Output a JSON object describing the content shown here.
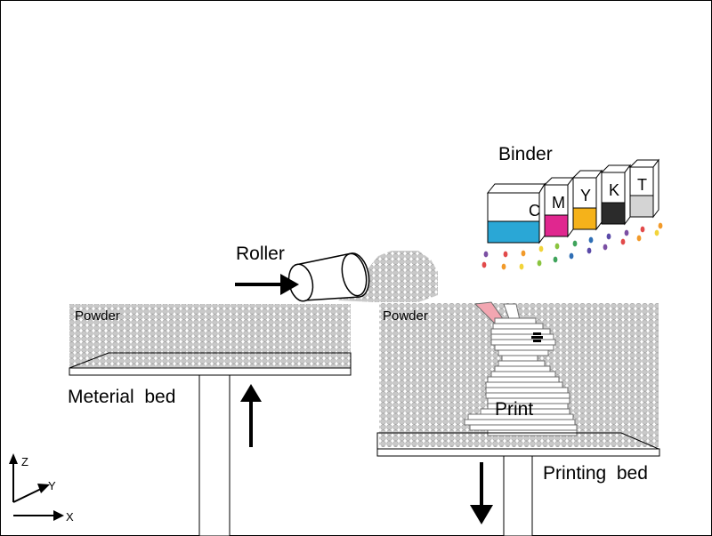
{
  "labels": {
    "binder": "Binder",
    "roller": "Roller",
    "powder_left": "Powder",
    "powder_right": "Powder",
    "material_bed": "Meterial  bed",
    "print": "Print",
    "printing_bed": "Printing  bed"
  },
  "cartridges": [
    {
      "letter": "C",
      "color": "#2aa7d6"
    },
    {
      "letter": "M",
      "color": "#e0278f"
    },
    {
      "letter": "Y",
      "color": "#f5b21a"
    },
    {
      "letter": "K",
      "color": "#2b2b2b"
    },
    {
      "letter": "T",
      "color": "#d4d4d4"
    }
  ],
  "axes": {
    "z": "Z",
    "y": "Y",
    "x": "X"
  },
  "colors": {
    "powder": "#c9c9c9",
    "powder_stroke": "#8f8f8f",
    "bunny_ear": "#f2a6b1",
    "droplets": [
      "#7b4fa3",
      "#e24a4a",
      "#f29a2a",
      "#f2d43a",
      "#8ac43f",
      "#3fa35b",
      "#2f6fb5",
      "#5a4aa8"
    ]
  }
}
